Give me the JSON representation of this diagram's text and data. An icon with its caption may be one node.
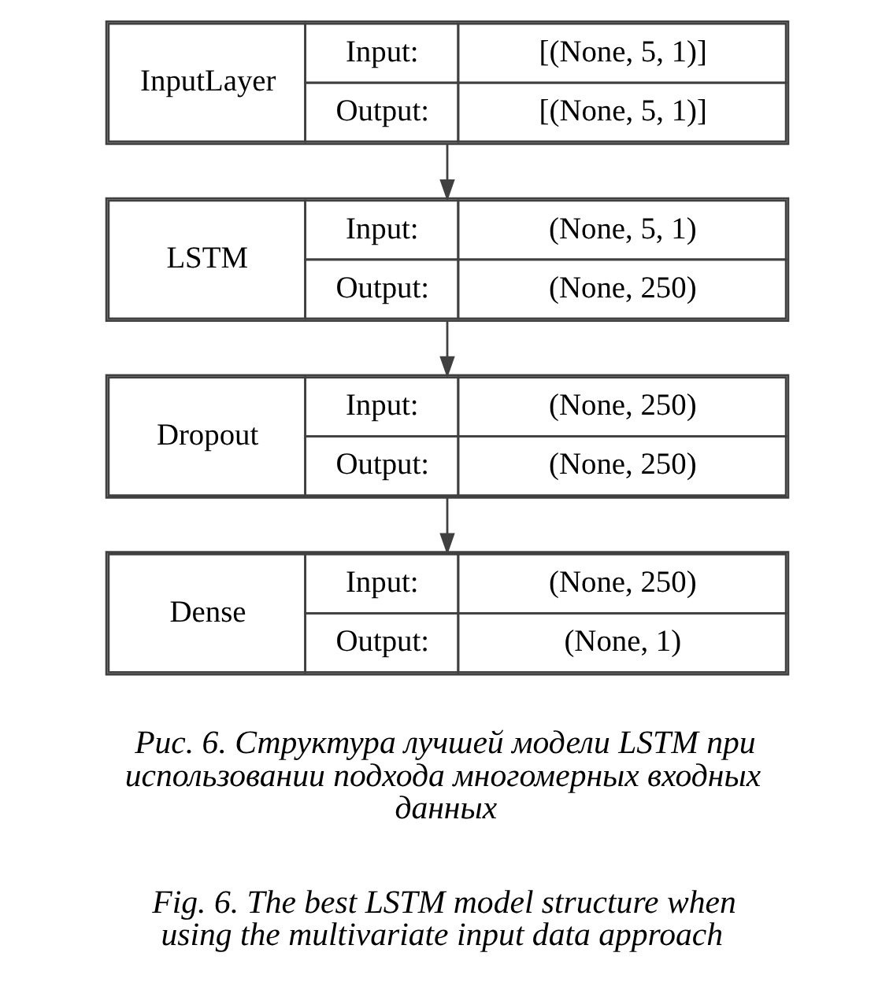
{
  "diagram": {
    "nodes": [
      {
        "text": [
          "InputLayer",
          "Input:",
          "[(None, 5, 1)]",
          "Output:",
          "[(None, 5, 1)]"
        ]
      },
      {
        "text": [
          "LSTM",
          "Input:",
          "(None, 5, 1)",
          "Output:",
          "(None, 250)"
        ]
      },
      {
        "text": [
          "Dropout",
          "Input:",
          "(None, 250)",
          "Output:",
          "(None, 250)"
        ]
      },
      {
        "text": [
          "Dense",
          "Input:",
          "(None, 250)",
          "Output:",
          "(None, 1)"
        ]
      }
    ],
    "edges": [
      {
        "from": 0,
        "to": 1,
        "arrow": "to"
      },
      {
        "from": 1,
        "to": 2,
        "arrow": "to"
      },
      {
        "from": 2,
        "to": 3,
        "arrow": "to"
      }
    ],
    "labels": [
      "Рис. 6. Структура лучшей модели LSTM при использовании подхода многомерных входных данных",
      "Fig. 6. The best LSTM model structure when using the multivariate input data approach"
    ]
  }
}
